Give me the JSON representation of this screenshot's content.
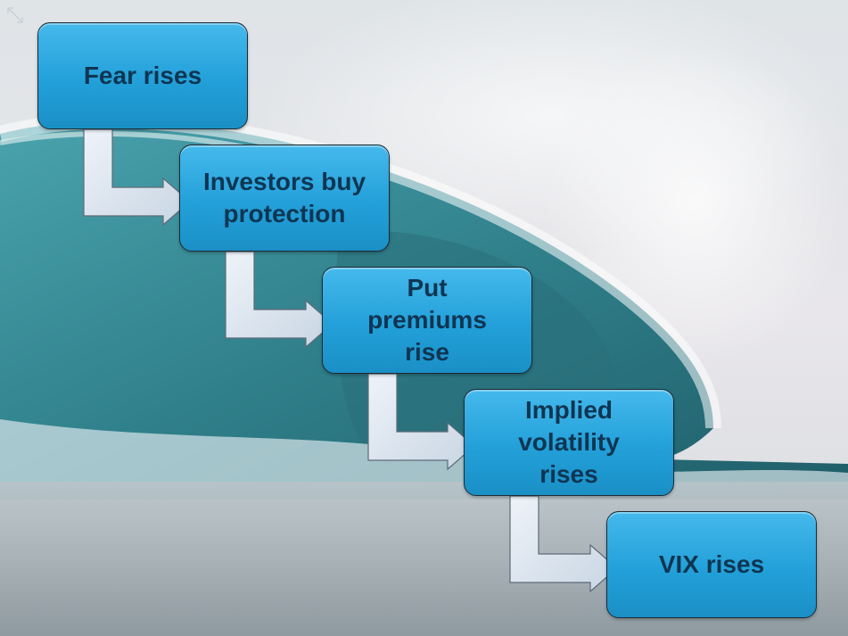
{
  "steps": [
    {
      "label": "Fear rises"
    },
    {
      "label": "Investors buy\nprotection"
    },
    {
      "label": "Put\npremiums\nrise"
    },
    {
      "label": "Implied\nvolatility\nrises"
    },
    {
      "label": "VIX rises"
    }
  ],
  "icons": {
    "resize": "expand-arrows-icon",
    "connector": "bent-arrow-icon"
  },
  "colors": {
    "box_fill": "#23a0d9",
    "box_text": "#0f3552",
    "arrow_fill": "#dce6f0",
    "sky": "#dde3e6",
    "wave": "#3f8f98"
  }
}
